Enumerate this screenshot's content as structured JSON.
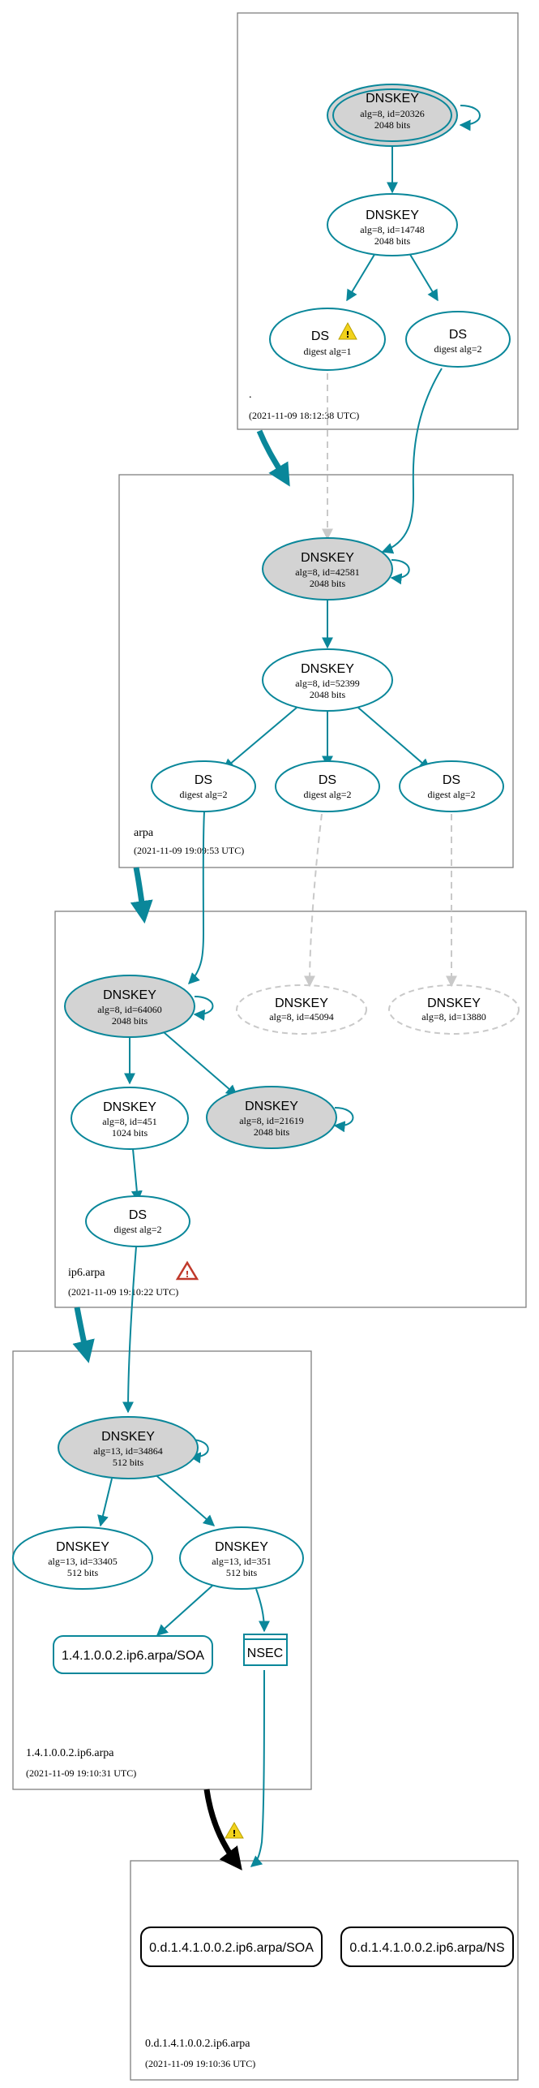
{
  "zones": [
    {
      "name": ".",
      "timestamp": "(2021-11-09 18:12:38 UTC)"
    },
    {
      "name": "arpa",
      "timestamp": "(2021-11-09 19:09:53 UTC)"
    },
    {
      "name": "ip6.arpa",
      "timestamp": "(2021-11-09 19:10:22 UTC)"
    },
    {
      "name": "1.4.1.0.0.2.ip6.arpa",
      "timestamp": "(2021-11-09 19:10:31 UTC)"
    },
    {
      "name": "0.d.1.4.1.0.0.2.ip6.arpa",
      "timestamp": "(2021-11-09 19:10:36 UTC)"
    }
  ],
  "nodes": {
    "root_ksk": {
      "title": "DNSKEY",
      "l1": "alg=8, id=20326",
      "l2": "2048 bits"
    },
    "root_zsk": {
      "title": "DNSKEY",
      "l1": "alg=8, id=14748",
      "l2": "2048 bits"
    },
    "root_ds1": {
      "title": "DS",
      "l1": "digest alg=1"
    },
    "root_ds2": {
      "title": "DS",
      "l1": "digest alg=2"
    },
    "arpa_ksk": {
      "title": "DNSKEY",
      "l1": "alg=8, id=42581",
      "l2": "2048 bits"
    },
    "arpa_zsk": {
      "title": "DNSKEY",
      "l1": "alg=8, id=52399",
      "l2": "2048 bits"
    },
    "arpa_ds1": {
      "title": "DS",
      "l1": "digest alg=2"
    },
    "arpa_ds2": {
      "title": "DS",
      "l1": "digest alg=2"
    },
    "arpa_ds3": {
      "title": "DS",
      "l1": "digest alg=2"
    },
    "ip6_ksk": {
      "title": "DNSKEY",
      "l1": "alg=8, id=64060",
      "l2": "2048 bits"
    },
    "ip6_missing1": {
      "title": "DNSKEY",
      "l1": "alg=8, id=45094"
    },
    "ip6_missing2": {
      "title": "DNSKEY",
      "l1": "alg=8, id=13880"
    },
    "ip6_zsk": {
      "title": "DNSKEY",
      "l1": "alg=8, id=451",
      "l2": "1024 bits"
    },
    "ip6_ksk2": {
      "title": "DNSKEY",
      "l1": "alg=8, id=21619",
      "l2": "2048 bits"
    },
    "ip6_ds": {
      "title": "DS",
      "l1": "digest alg=2"
    },
    "z4_ksk": {
      "title": "DNSKEY",
      "l1": "alg=13, id=34864",
      "l2": "512 bits"
    },
    "z4_k2": {
      "title": "DNSKEY",
      "l1": "alg=13, id=33405",
      "l2": "512 bits"
    },
    "z4_zsk": {
      "title": "DNSKEY",
      "l1": "alg=13, id=351",
      "l2": "512 bits"
    },
    "z4_soa": {
      "title": "1.4.1.0.0.2.ip6.arpa/SOA"
    },
    "z4_nsec": {
      "title": "NSEC"
    },
    "z5_soa": {
      "title": "0.d.1.4.1.0.0.2.ip6.arpa/SOA"
    },
    "z5_ns": {
      "title": "0.d.1.4.1.0.0.2.ip6.arpa/NS"
    }
  },
  "colors": {
    "edge": "#0a879a",
    "ksk_fill": "#d3d3d3",
    "warning": "#f2d21b",
    "error": "#c0392b"
  }
}
